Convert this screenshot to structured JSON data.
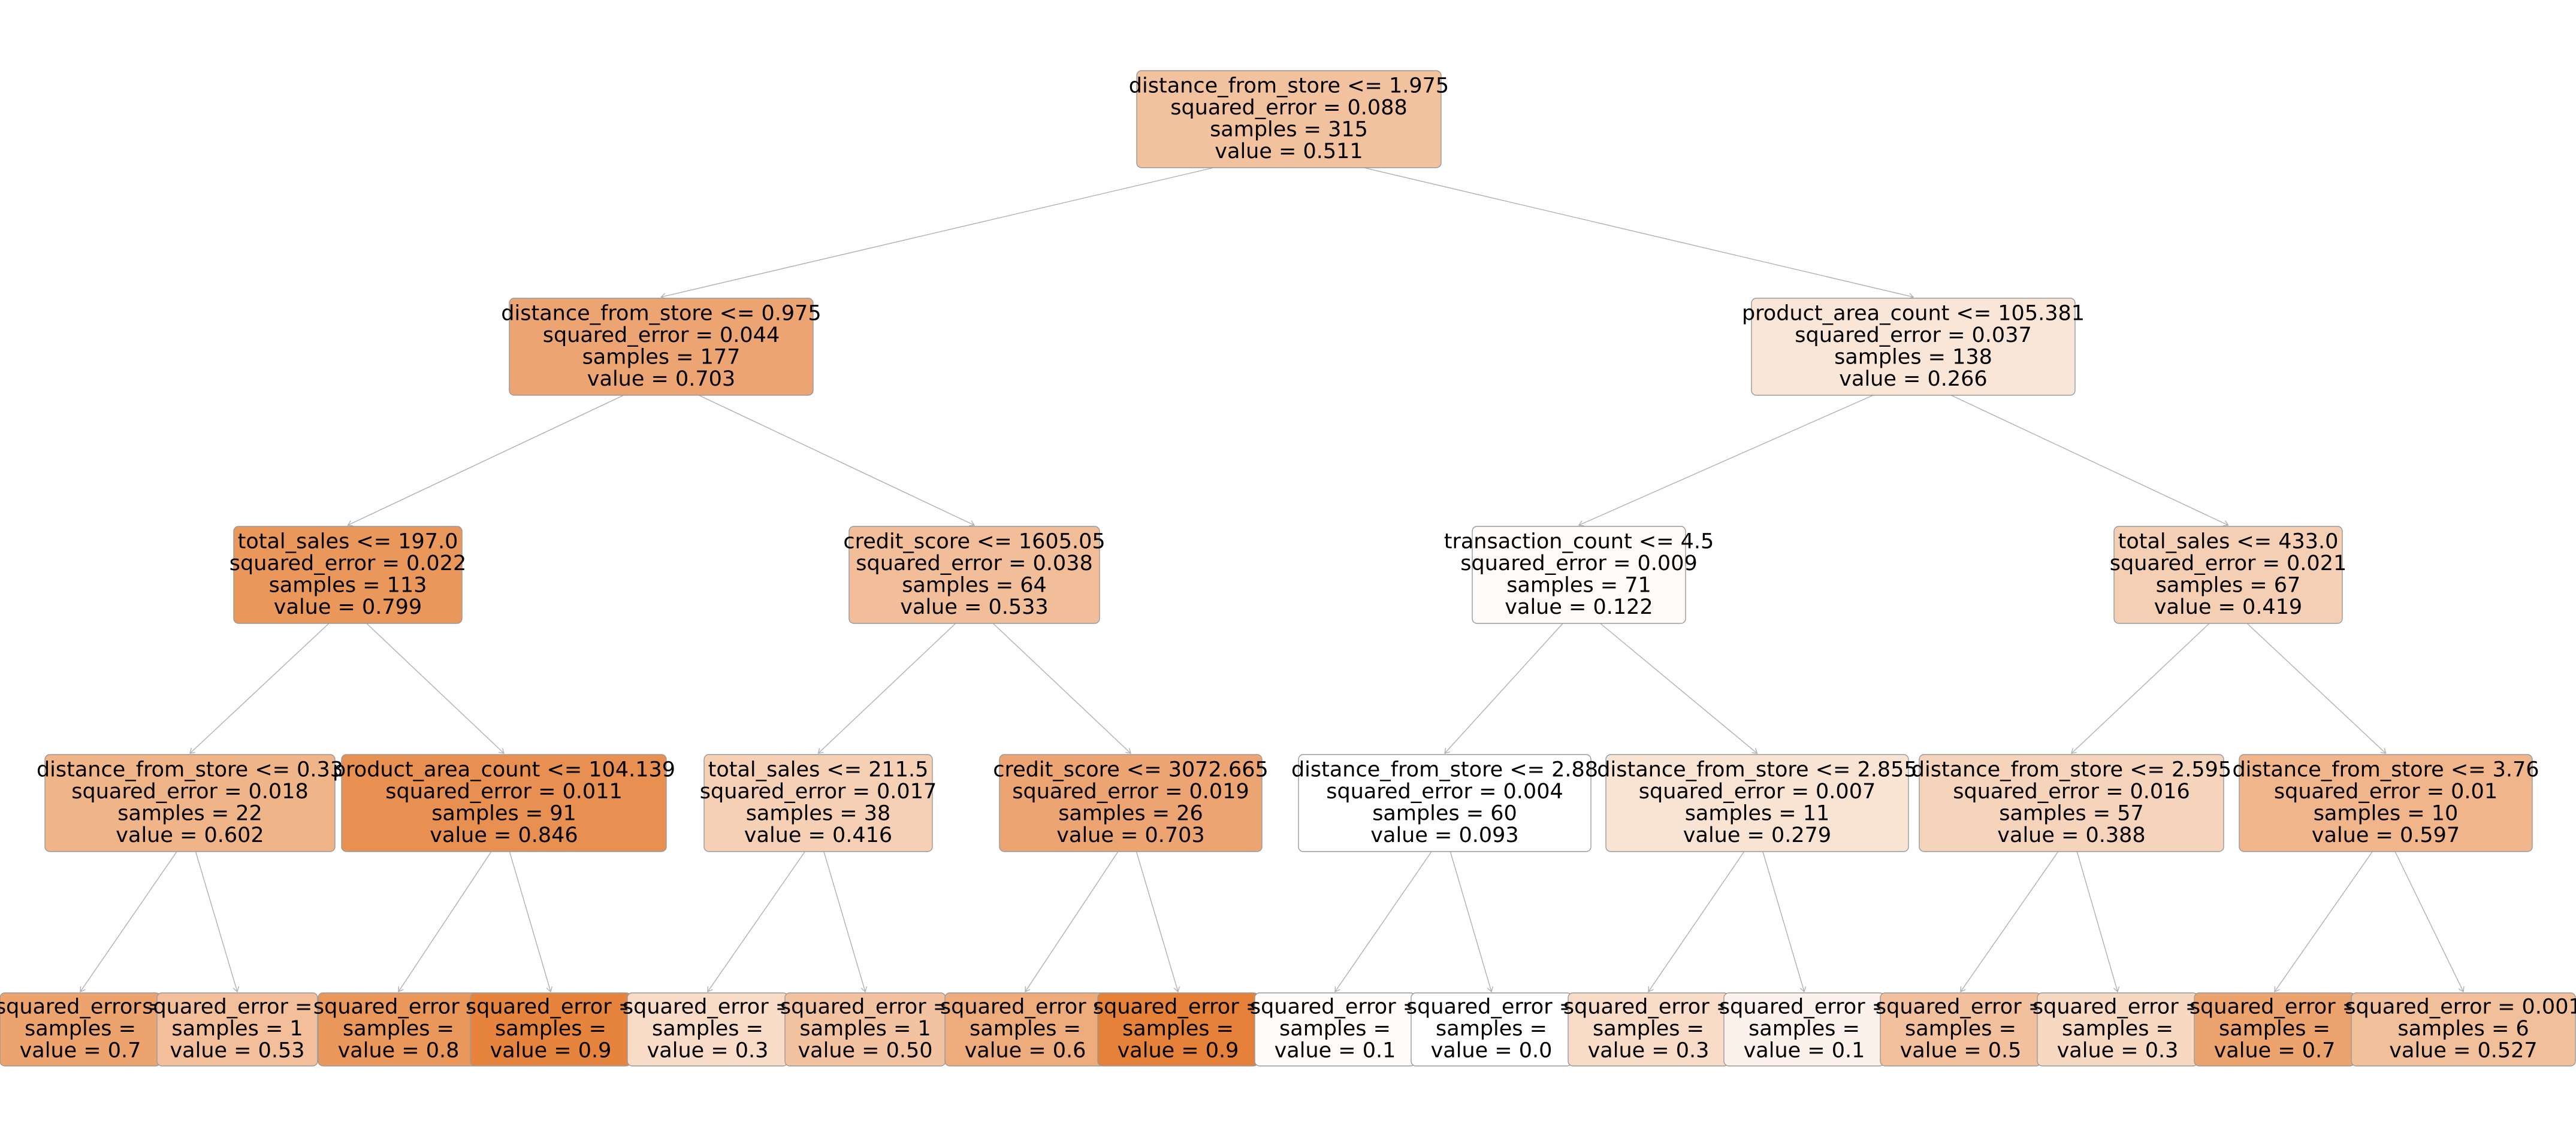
{
  "tree": {
    "color_scale": {
      "low": "#ffffff",
      "high": "#e58139",
      "min_value": 0.093,
      "max_value": 0.95
    },
    "nodes": [
      {
        "id": "n0",
        "lines": [
          "distance_from_store <= 1.975",
          "squared_error = 0.088",
          "samples = 315",
          "value = 0.511"
        ],
        "value": 0.511
      },
      {
        "id": "n1",
        "lines": [
          "distance_from_store <= 0.975",
          "squared_error = 0.044",
          "samples = 177",
          "value = 0.703"
        ],
        "value": 0.703
      },
      {
        "id": "n2",
        "lines": [
          "product_area_count <= 105.381",
          "squared_error = 0.037",
          "samples = 138",
          "value = 0.266"
        ],
        "value": 0.266
      },
      {
        "id": "n3",
        "lines": [
          "total_sales <= 197.0",
          "squared_error = 0.022",
          "samples = 113",
          "value = 0.799"
        ],
        "value": 0.799
      },
      {
        "id": "n4",
        "lines": [
          "credit_score <= 1605.05",
          "squared_error = 0.038",
          "samples = 64",
          "value = 0.533"
        ],
        "value": 0.533
      },
      {
        "id": "n5",
        "lines": [
          "transaction_count <= 4.5",
          "squared_error = 0.009",
          "samples = 71",
          "value = 0.122"
        ],
        "value": 0.122
      },
      {
        "id": "n6",
        "lines": [
          "total_sales <= 433.0",
          "squared_error = 0.021",
          "samples = 67",
          "value = 0.419"
        ],
        "value": 0.419
      },
      {
        "id": "n7",
        "lines": [
          "distance_from_store <= 0.33",
          "squared_error = 0.018",
          "samples = 22",
          "value = 0.602"
        ],
        "value": 0.602
      },
      {
        "id": "n8",
        "lines": [
          "product_area_count <= 104.139",
          "squared_error = 0.011",
          "samples = 91",
          "value = 0.846"
        ],
        "value": 0.846
      },
      {
        "id": "n9",
        "lines": [
          "total_sales <= 211.5",
          "squared_error = 0.017",
          "samples = 38",
          "value = 0.416"
        ],
        "value": 0.416
      },
      {
        "id": "n10",
        "lines": [
          "credit_score <= 3072.665",
          "squared_error = 0.019",
          "samples = 26",
          "value = 0.703"
        ],
        "value": 0.703
      },
      {
        "id": "n11",
        "lines": [
          "distance_from_store <= 2.88",
          "squared_error = 0.004",
          "samples = 60",
          "value = 0.093"
        ],
        "value": 0.093
      },
      {
        "id": "n12",
        "lines": [
          "distance_from_store <= 2.855",
          "squared_error = 0.007",
          "samples = 11",
          "value = 0.279"
        ],
        "value": 0.279
      },
      {
        "id": "n13",
        "lines": [
          "distance_from_store <= 2.595",
          "squared_error = 0.016",
          "samples = 57",
          "value = 0.388"
        ],
        "value": 0.388
      },
      {
        "id": "n14",
        "lines": [
          "distance_from_store <= 3.76",
          "squared_error = 0.01",
          "samples = 10",
          "value = 0.597"
        ],
        "value": 0.597
      },
      {
        "id": "n15",
        "lines": [
          "squared_error =",
          "samples =",
          "value = 0.7"
        ],
        "value": 0.72
      },
      {
        "id": "n16",
        "lines": [
          "squared_error = 1",
          "samples = 1",
          "value = 0.53"
        ],
        "value": 0.53
      },
      {
        "id": "n17",
        "lines": [
          "squared_error =",
          "samples =",
          "value = 0.8"
        ],
        "value": 0.8
      },
      {
        "id": "n18",
        "lines": [
          "squared_error =",
          "samples =",
          "value = 0.9"
        ],
        "value": 0.93
      },
      {
        "id": "n19",
        "lines": [
          "squared_error =",
          "samples =",
          "value = 0.3"
        ],
        "value": 0.33
      },
      {
        "id": "n20",
        "lines": [
          "squared_error =",
          "samples = 1",
          "value = 0.50"
        ],
        "value": 0.5
      },
      {
        "id": "n21",
        "lines": [
          "squared_error =",
          "samples =",
          "value = 0.6"
        ],
        "value": 0.66
      },
      {
        "id": "n22",
        "lines": [
          "squared_error =",
          "samples =",
          "value = 0.9"
        ],
        "value": 0.95
      },
      {
        "id": "n23",
        "lines": [
          "squared_error =",
          "samples =",
          "value = 0.1"
        ],
        "value": 0.12
      },
      {
        "id": "n24",
        "lines": [
          "squared_error =",
          "samples =",
          "value = 0.0"
        ],
        "value": 0.09
      },
      {
        "id": "n25",
        "lines": [
          "squared_error =",
          "samples =",
          "value = 0.3"
        ],
        "value": 0.33
      },
      {
        "id": "n26",
        "lines": [
          "squared_error =",
          "samples =",
          "value = 0.1"
        ],
        "value": 0.18
      },
      {
        "id": "n27",
        "lines": [
          "squared_error =",
          "samples =",
          "value = 0.5"
        ],
        "value": 0.52
      },
      {
        "id": "n28",
        "lines": [
          "squared_error =",
          "samples =",
          "value = 0.3"
        ],
        "value": 0.36
      },
      {
        "id": "n29",
        "lines": [
          "squared_error =",
          "samples =",
          "value = 0.7"
        ],
        "value": 0.72
      },
      {
        "id": "n30",
        "lines": [
          "squared_error = 0.001",
          "samples = 6",
          "value = 0.527"
        ],
        "value": 0.527
      }
    ],
    "edges": [
      [
        "n0",
        "n1"
      ],
      [
        "n0",
        "n2"
      ],
      [
        "n1",
        "n3"
      ],
      [
        "n1",
        "n4"
      ],
      [
        "n2",
        "n5"
      ],
      [
        "n2",
        "n6"
      ],
      [
        "n3",
        "n7"
      ],
      [
        "n3",
        "n8"
      ],
      [
        "n4",
        "n9"
      ],
      [
        "n4",
        "n10"
      ],
      [
        "n5",
        "n11"
      ],
      [
        "n5",
        "n12"
      ],
      [
        "n6",
        "n13"
      ],
      [
        "n6",
        "n14"
      ],
      [
        "n7",
        "n15"
      ],
      [
        "n7",
        "n16"
      ],
      [
        "n8",
        "n17"
      ],
      [
        "n8",
        "n18"
      ],
      [
        "n9",
        "n19"
      ],
      [
        "n9",
        "n20"
      ],
      [
        "n10",
        "n21"
      ],
      [
        "n10",
        "n22"
      ],
      [
        "n11",
        "n23"
      ],
      [
        "n11",
        "n24"
      ],
      [
        "n12",
        "n25"
      ],
      [
        "n12",
        "n26"
      ],
      [
        "n13",
        "n27"
      ],
      [
        "n13",
        "n28"
      ],
      [
        "n14",
        "n29"
      ],
      [
        "n14",
        "n30"
      ]
    ]
  }
}
